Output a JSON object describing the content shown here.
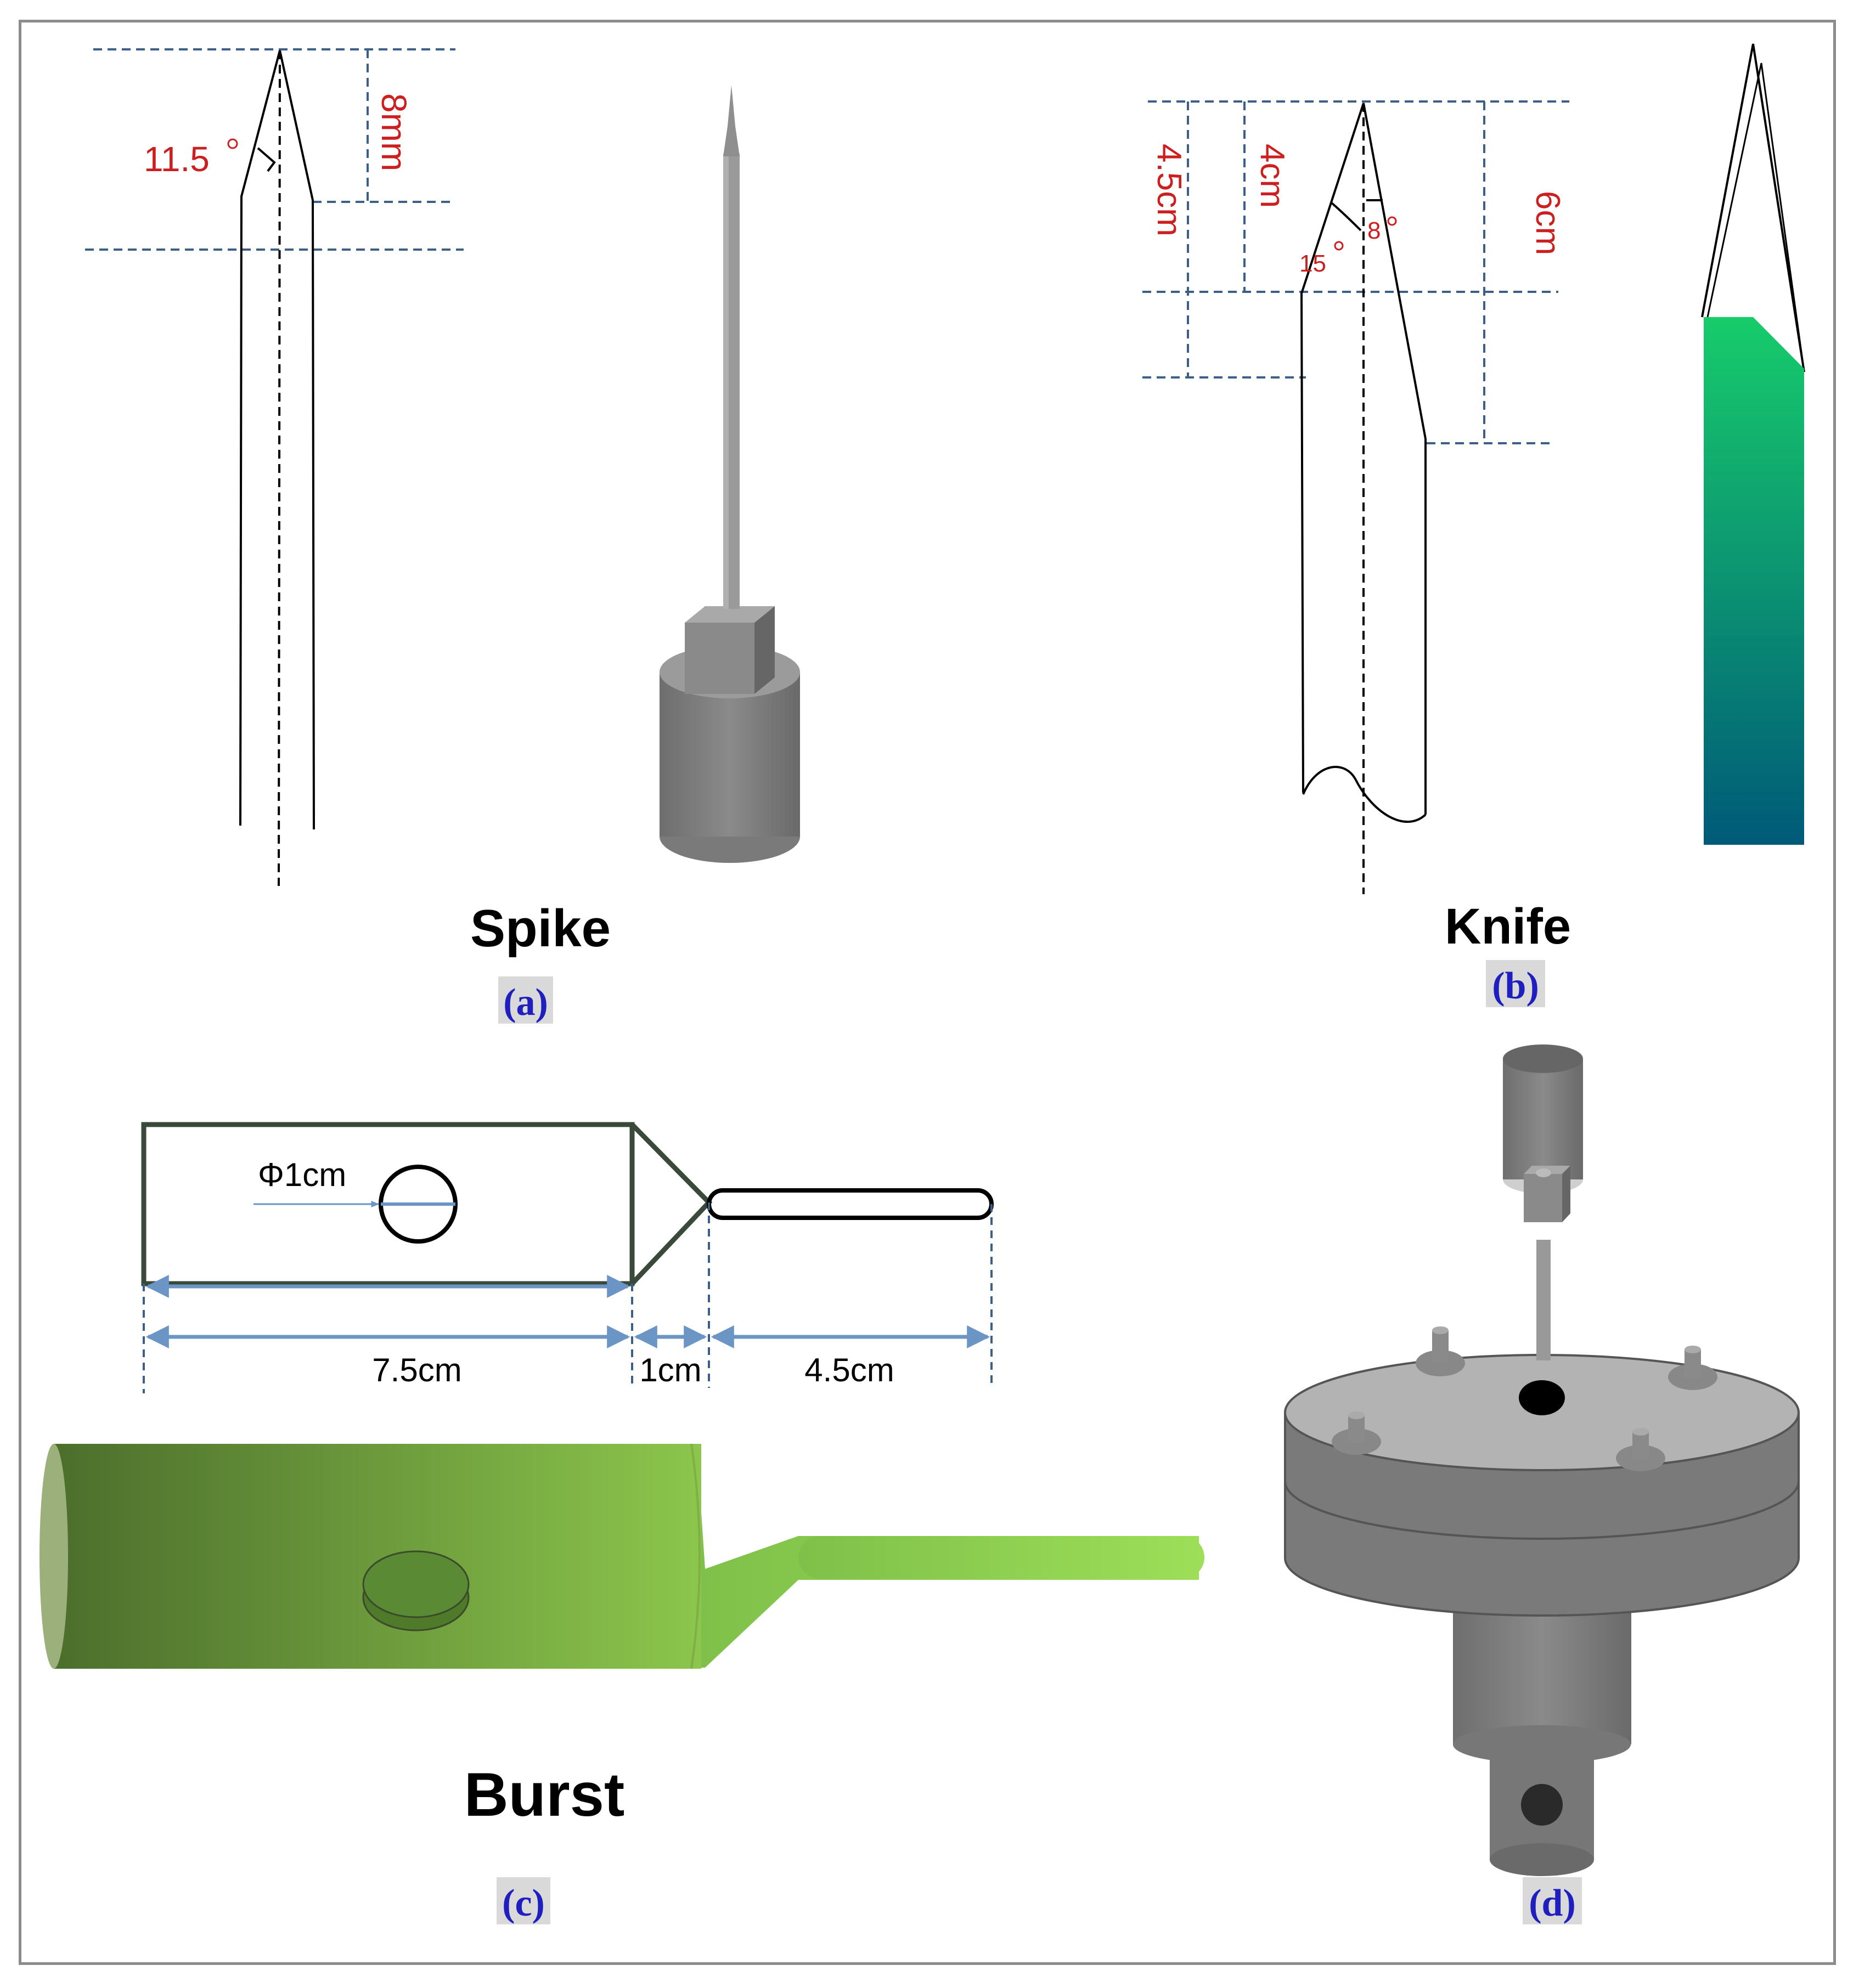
{
  "panels": {
    "a": {
      "title": "Spike",
      "tag": "(a)",
      "dimensions": {
        "angle": "11.5",
        "length": "8mm"
      }
    },
    "b": {
      "title": "Knife",
      "tag": "(b)",
      "dimensions": {
        "outer_height": "4.5cm",
        "inner_height": "4cm",
        "right_height": "6cm",
        "angle_outer": "15",
        "angle_inner": "8"
      }
    },
    "c": {
      "title": "Burst",
      "tag": "(c)",
      "dimensions": {
        "hole_diameter": "Φ1cm",
        "body_length": "7.5cm",
        "taper_length": "1cm",
        "rod_length": "4.5cm"
      }
    },
    "d": {
      "tag": "(d)"
    }
  },
  "colors": {
    "dimension_text": "#cc1f1f",
    "dash_line": "#3b5f88",
    "arrow_blue": "#6a95c5",
    "tag_text": "#1f1fbf",
    "tag_bg": "#d9d9d9",
    "metal_gray": "#808080",
    "knife_green": "#17cc6b",
    "knife_blue": "#005a78",
    "burst_green_dark": "#4c6e2c",
    "burst_green_light": "#9ddf58"
  }
}
